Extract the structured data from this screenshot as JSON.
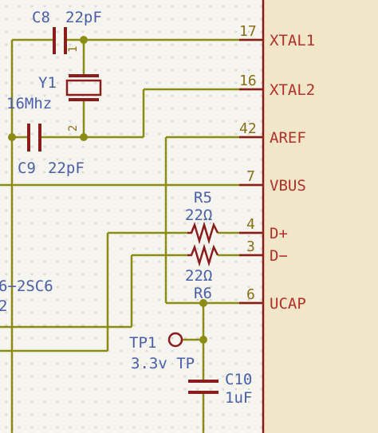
{
  "components": {
    "c8": {
      "ref": "C8",
      "value": "22pF"
    },
    "c9": {
      "ref": "C9",
      "value": "22pF"
    },
    "y1": {
      "ref": "Y1",
      "value": "16Mhz",
      "pin1": "1",
      "pin2": "2"
    },
    "r5": {
      "ref": "R5",
      "value": "22Ω"
    },
    "r6": {
      "ref": "R6",
      "value": "22Ω"
    },
    "tp1": {
      "ref": "TP1",
      "value": "3.3v TP"
    },
    "c10": {
      "ref": "C10",
      "value": "1uF"
    }
  },
  "ic_pins": [
    {
      "number": "17",
      "name": "XTAL1"
    },
    {
      "number": "16",
      "name": "XTAL2"
    },
    {
      "number": "42",
      "name": "AREF"
    },
    {
      "number": "7",
      "name": "VBUS"
    },
    {
      "number": "4",
      "name": "D+"
    },
    {
      "number": "3",
      "name": "D−"
    },
    {
      "number": "6",
      "name": "UCAP"
    }
  ],
  "partial_label": {
    "line1": "6−2SC6",
    "line2": "2"
  },
  "colors": {
    "background": "#f5f4ef",
    "wire": "#8c8c14",
    "component_body": "#8a1c1c",
    "ic_fill": "#f2e6c8",
    "ref_text": "#4a5fa8",
    "pin_name_text": "#b0302a",
    "pin_number_text": "#8a6e18"
  }
}
